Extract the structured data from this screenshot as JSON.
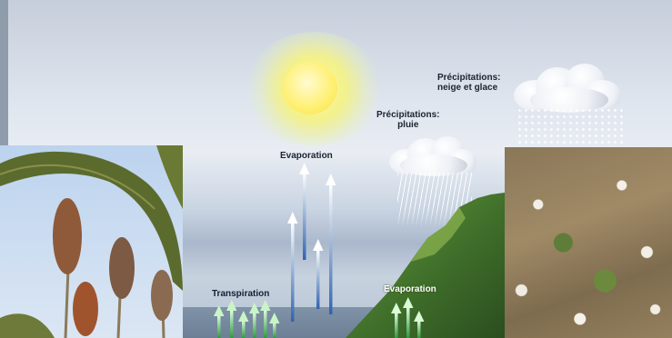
{
  "diagram": {
    "labels": {
      "precip_snow_line1": "Précipitations:",
      "precip_snow_line2": "neige et glace",
      "precip_rain_line1": "Précipitations:",
      "precip_rain_line2": "pluie",
      "evaporation_top": "Evaporation",
      "transpiration": "Transpiration",
      "evaporation_bottom": "Evaporation"
    },
    "colors": {
      "sun": "#ffef70",
      "sky": "#e9edf3",
      "arrow_blue": "#3d6fb5",
      "arrow_green": "#3aa24a",
      "mountain": "#3f6f2a"
    }
  }
}
